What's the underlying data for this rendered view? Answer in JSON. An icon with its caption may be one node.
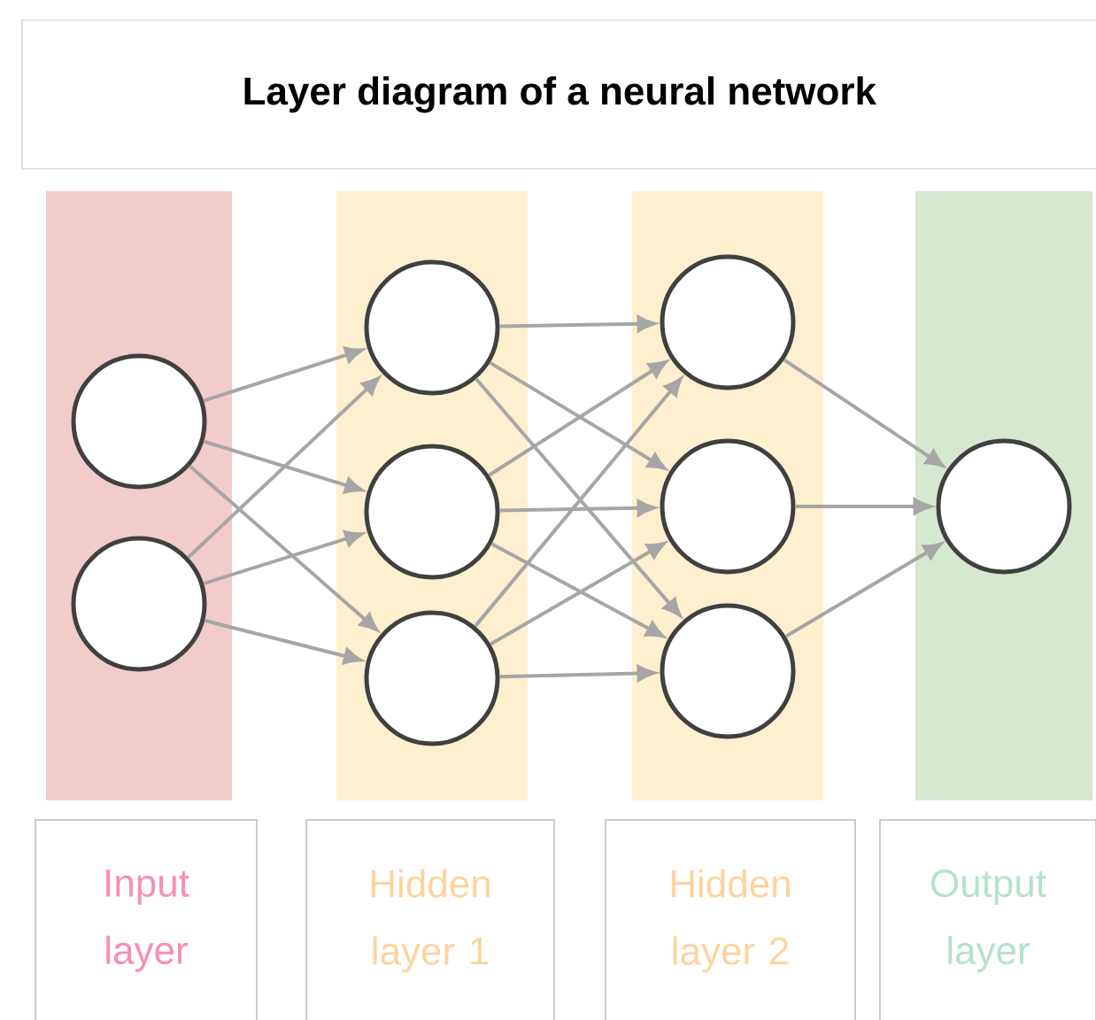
{
  "diagram": {
    "title": "Layer diagram of a neural network",
    "nodes": [
      {
        "text": [],
        "shape": "box"
      },
      {
        "text": [],
        "shape": "box"
      },
      {
        "text": [],
        "shape": "box"
      },
      {
        "text": [],
        "shape": "box"
      },
      {
        "text": [],
        "shape": "circle",
        "in": 0
      },
      {
        "text": [],
        "shape": "circle",
        "in": 0
      },
      {
        "text": [],
        "shape": "circle",
        "in": 1
      },
      {
        "text": [],
        "shape": "circle",
        "in": 1
      },
      {
        "text": [],
        "shape": "circle",
        "in": 1
      },
      {
        "text": [],
        "shape": "circle",
        "in": 2
      },
      {
        "text": [],
        "shape": "circle",
        "in": 2
      },
      {
        "text": [],
        "shape": "circle",
        "in": 2
      },
      {
        "text": [],
        "shape": "circle",
        "in": 3
      },
      {
        "text": [
          "Input layer"
        ]
      },
      {
        "text": [
          "Hidden layer 1"
        ]
      },
      {
        "text": [
          "Hidden layer 2"
        ]
      },
      {
        "text": [
          "Output layer"
        ]
      }
    ],
    "edges": [
      {
        "from": 4,
        "to": 6,
        "arrow": "to"
      },
      {
        "from": 4,
        "to": 7,
        "arrow": "to"
      },
      {
        "from": 4,
        "to": 8,
        "arrow": "to"
      },
      {
        "from": 5,
        "to": 6,
        "arrow": "to"
      },
      {
        "from": 5,
        "to": 7,
        "arrow": "to"
      },
      {
        "from": 5,
        "to": 8,
        "arrow": "to"
      },
      {
        "from": 6,
        "to": 9,
        "arrow": "to"
      },
      {
        "from": 6,
        "to": 10,
        "arrow": "to"
      },
      {
        "from": 6,
        "to": 11,
        "arrow": "to"
      },
      {
        "from": 7,
        "to": 9,
        "arrow": "to"
      },
      {
        "from": 7,
        "to": 10,
        "arrow": "to"
      },
      {
        "from": 7,
        "to": 11,
        "arrow": "to"
      },
      {
        "from": 8,
        "to": 9,
        "arrow": "to"
      },
      {
        "from": 8,
        "to": 10,
        "arrow": "to"
      },
      {
        "from": 8,
        "to": 11,
        "arrow": "to"
      },
      {
        "from": 9,
        "to": 12,
        "arrow": "to"
      },
      {
        "from": 10,
        "to": 12,
        "arrow": "to"
      },
      {
        "from": 11,
        "to": 12,
        "arrow": "to"
      }
    ]
  }
}
